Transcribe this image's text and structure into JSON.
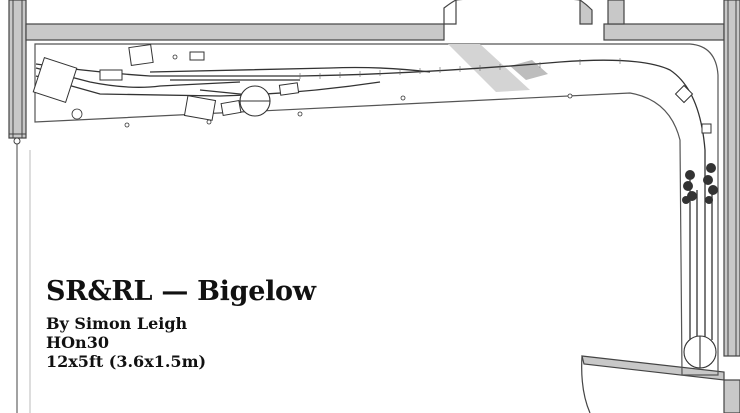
{
  "caption": {
    "title": "SR&RL — Bigelow",
    "author": "By Simon Leigh",
    "scale": "HOn30",
    "size": "12x5ft (3.6x1.5m)"
  },
  "colors": {
    "wall": "#c8c8c8",
    "wall_outline": "#444444",
    "track": "#333333",
    "road": "#cfcfcf",
    "background": "#ffffff"
  }
}
